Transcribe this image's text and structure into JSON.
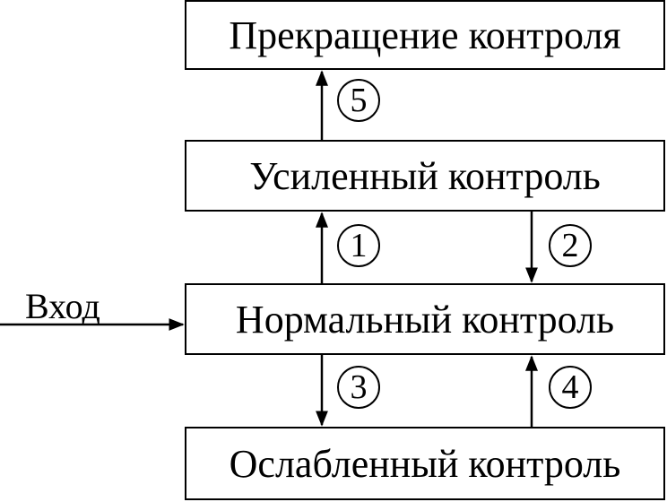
{
  "boxes": {
    "stop": "Прекращение контроля",
    "tightened": "Усиленный контроль",
    "normal": "Нормальный контроль",
    "reduced": "Ослабленный контроль"
  },
  "input_label": "Вход",
  "transitions": {
    "t1": "1",
    "t2": "2",
    "t3": "3",
    "t4": "4",
    "t5": "5"
  },
  "colors": {
    "line": "#000000",
    "background": "#ffffff"
  }
}
